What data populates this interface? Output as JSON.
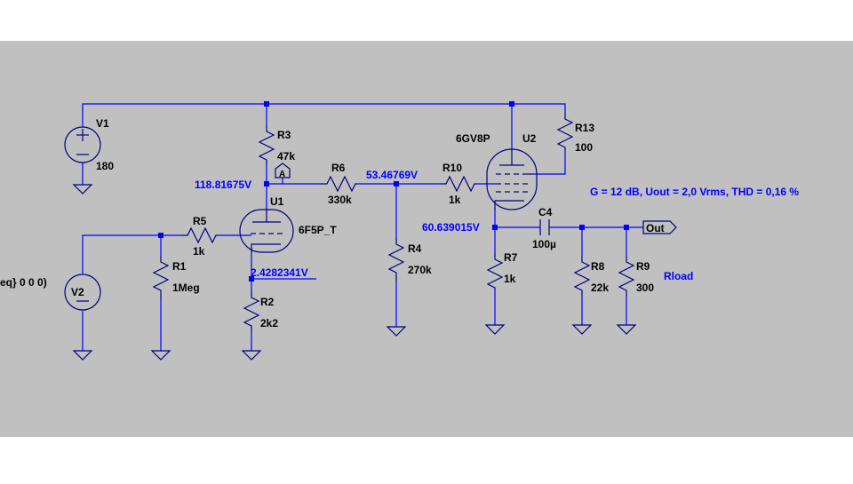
{
  "schematic": {
    "v1": {
      "name": "V1",
      "value": "180"
    },
    "v2": {
      "name": "V2",
      "value": "eq} 0 0 0)"
    },
    "r1": {
      "name": "R1",
      "value": "1Meg"
    },
    "r2": {
      "name": "R2",
      "value": "2k2"
    },
    "r3": {
      "name": "R3",
      "value": "47k"
    },
    "r4": {
      "name": "R4",
      "value": "270k"
    },
    "r5": {
      "name": "R5",
      "value": "1k"
    },
    "r6": {
      "name": "R6",
      "value": "330k"
    },
    "r7": {
      "name": "R7",
      "value": "1k"
    },
    "r8": {
      "name": "R8",
      "value": "22k"
    },
    "r9": {
      "name": "R9",
      "value": "300",
      "extra": "Rload"
    },
    "r10": {
      "name": "R10",
      "value": "1k"
    },
    "r13": {
      "name": "R13",
      "value": "100"
    },
    "c4": {
      "name": "C4",
      "value": "100µ"
    },
    "u1": {
      "name": "U1",
      "model": "6F5P_T"
    },
    "u2": {
      "name": "U2",
      "model": "6GV8P"
    },
    "probe": {
      "label": "A"
    },
    "out_label": "Out",
    "net_voltages": {
      "u1_plate": "118.81675V",
      "r6_r4_node": "53.46769V",
      "u1_cathode": "2.4282341V",
      "u2_cathode": "60.639015V"
    },
    "annotation": "G = 12 dB, Uout = 2,0 Vrms, THD = 0,16 %"
  },
  "colors": {
    "background": "#c0c0c0",
    "wire": "#0000ff",
    "component": "#000080",
    "text": "#000000"
  }
}
